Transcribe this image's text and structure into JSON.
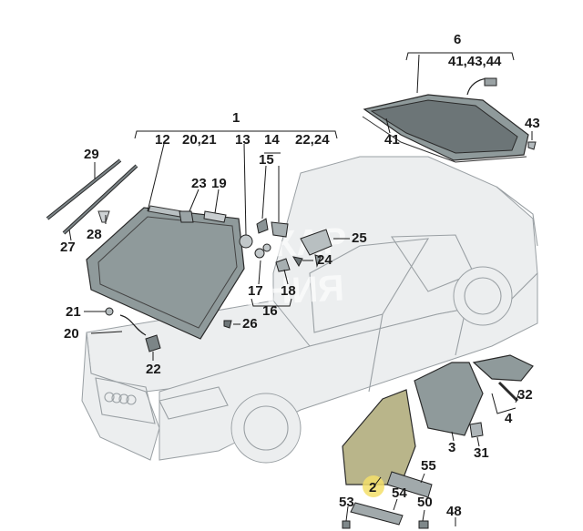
{
  "diagram": {
    "labels": {
      "l1": "1",
      "l6": "6",
      "l12": "12",
      "l2021": "20,21",
      "l13": "13",
      "l14": "14",
      "l2224": "22,24",
      "l29": "29",
      "l28": "28",
      "l27": "27",
      "l23": "23",
      "l19": "19",
      "l15": "15",
      "l17": "17",
      "l18": "18",
      "l16": "16",
      "l25": "25",
      "l24": "24",
      "l26": "26",
      "l21": "21",
      "l20": "20",
      "l22": "22",
      "l414344": "41,43,44",
      "l43": "43",
      "l41": "41",
      "l32": "32",
      "l4": "4",
      "l3": "3",
      "l31": "31",
      "l2": "2",
      "l55": "55",
      "l53": "53",
      "l54": "54",
      "l50": "50",
      "l48": "48"
    },
    "watermark": [
      "АЛЬФА-КАР",
      "ЕРМОНИЯ"
    ]
  }
}
